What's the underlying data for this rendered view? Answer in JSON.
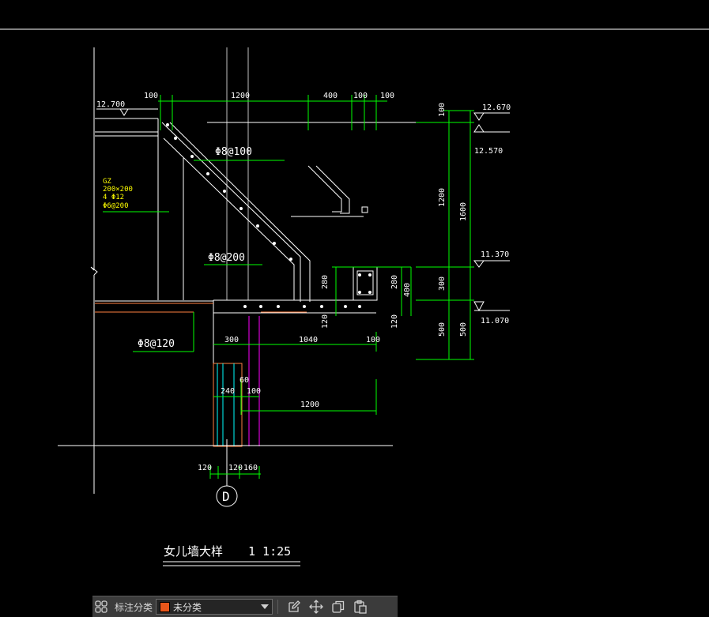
{
  "drawing": {
    "elevations": {
      "left_top": "12.700",
      "right_top": "12.670",
      "right_top_lower": "12.570",
      "right_mid": "11.370",
      "right_bottom": "11.070"
    },
    "top_dims": [
      "100",
      "1200",
      "400",
      "100",
      "100"
    ],
    "right_dims": [
      "100",
      "1200",
      "1600",
      "300",
      "500",
      "500"
    ],
    "rebar": {
      "phi8_100": "Φ8@100",
      "phi8_200": "Φ8@200",
      "phi8_120": "Φ8@120"
    },
    "column_note": [
      "GZ",
      "200×200",
      "4 Φ12",
      "Φ6@200"
    ],
    "beam_dims": [
      "280",
      "120",
      "280",
      "400",
      "120"
    ],
    "mid_dims": [
      "300",
      "1040",
      "100"
    ],
    "wall_dims": [
      "60",
      "240",
      "100",
      "1200"
    ],
    "bottom_dims": [
      "120",
      "120",
      "160"
    ],
    "axis_label": "D",
    "title": "女儿墙大样",
    "scale": "1  1:25"
  },
  "toolbar": {
    "label": "标注分类",
    "selected": "未分类",
    "swatch_color": "#e8561a",
    "buttons": [
      "edit-icon",
      "move-icon",
      "copy-icon",
      "paste-icon"
    ]
  },
  "colors": {
    "background": "#000000",
    "dimension": "#00ff00",
    "geometry": "#ffffff",
    "text": "#ffffff",
    "annotation": "#ffff00",
    "axis_cyan": "#00ffff",
    "axis_magenta": "#ff00ff",
    "line_orange": "#ff8040"
  }
}
